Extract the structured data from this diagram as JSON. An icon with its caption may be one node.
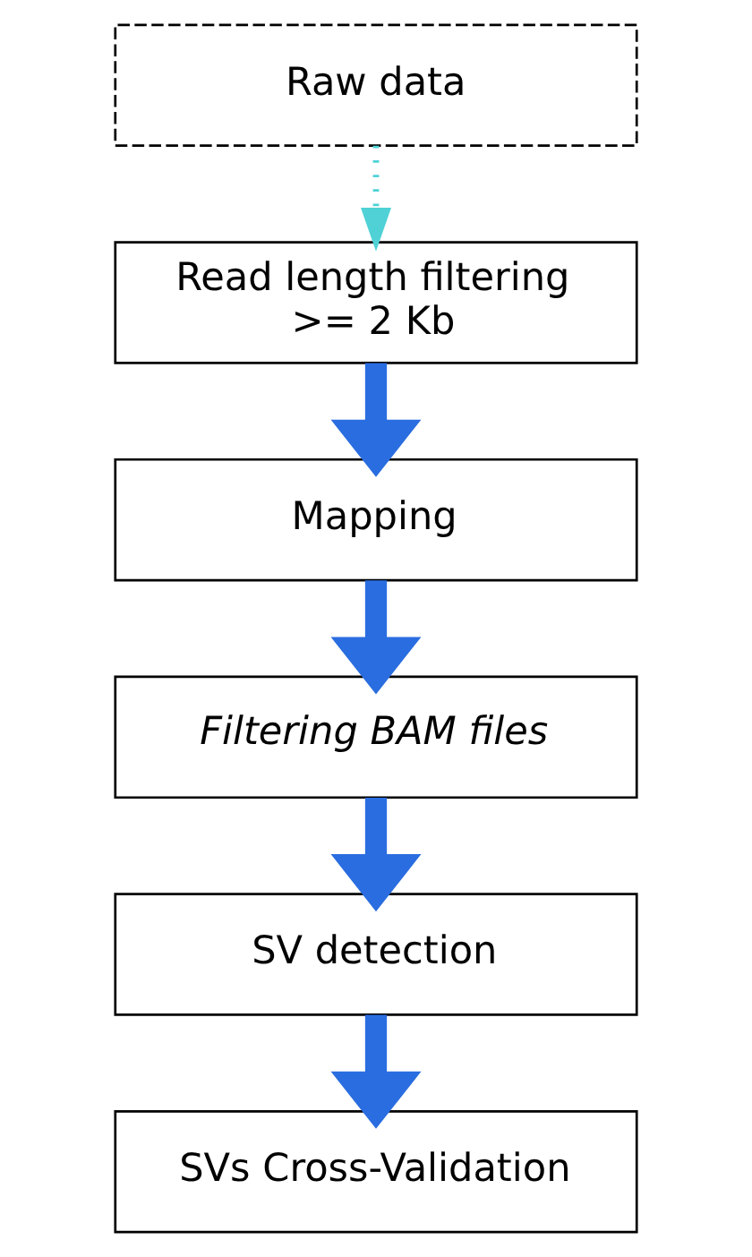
{
  "diagram": {
    "nodes": [
      {
        "text": [
          "Raw data"
        ]
      },
      {
        "text": [
          "Read length filtering",
          ">= 2 Kb"
        ]
      },
      {
        "text": [
          "Mapping"
        ]
      },
      {
        "text": [
          "Filtering BAM files"
        ]
      },
      {
        "text": [
          "SV detection"
        ]
      },
      {
        "text": [
          "SVs Cross-Validation"
        ]
      }
    ],
    "edges": [
      {
        "from": 0,
        "to": 1,
        "arrow": "to",
        "style": "dashed",
        "color": "#4fd1d6"
      },
      {
        "from": 1,
        "to": 2,
        "arrow": "to"
      },
      {
        "from": 2,
        "to": 3,
        "arrow": "to"
      },
      {
        "from": 3,
        "to": 4,
        "arrow": "to"
      },
      {
        "from": 4,
        "to": 5,
        "arrow": "to"
      }
    ]
  }
}
